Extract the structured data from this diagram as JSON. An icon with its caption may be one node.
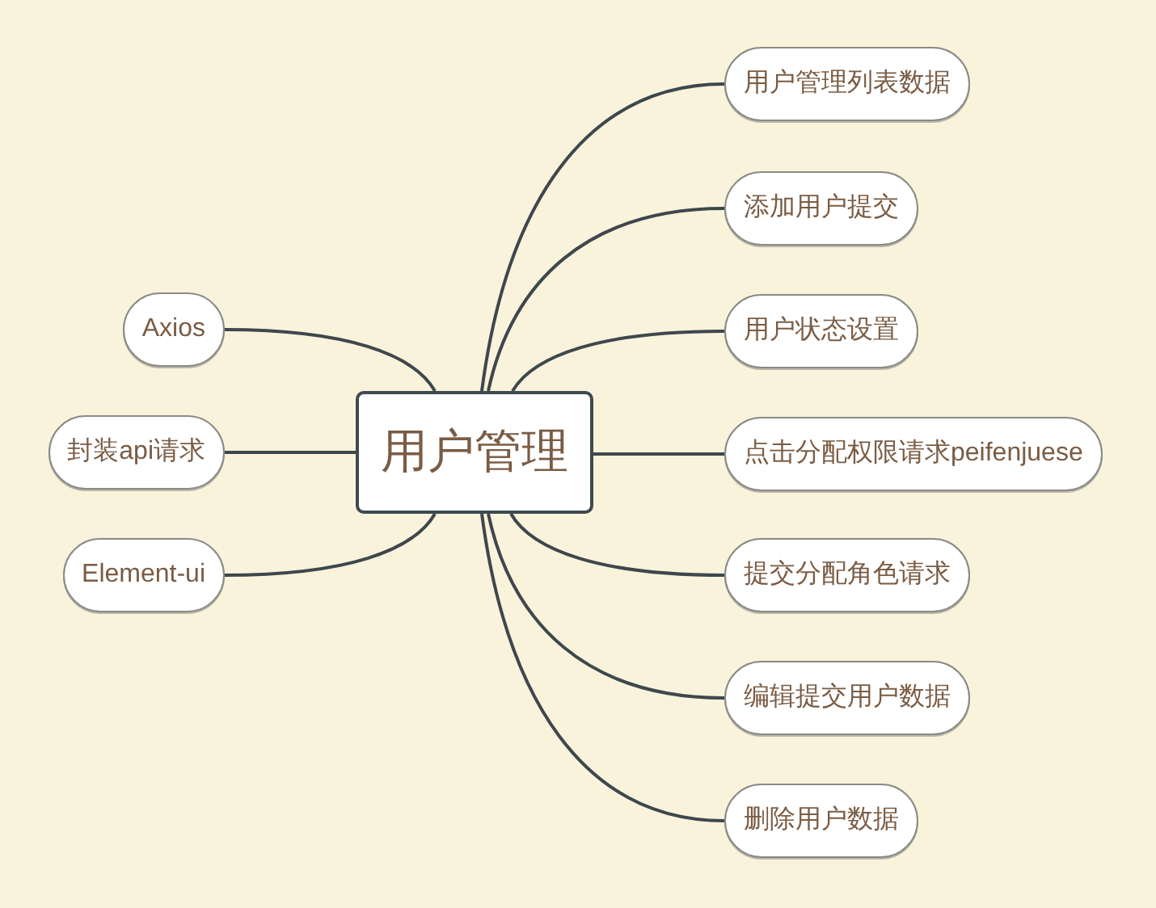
{
  "diagram": {
    "nodes": [
      {
        "text": [
          "用户管理"
        ]
      },
      {
        "text": [
          "用户管理列表数据"
        ]
      },
      {
        "text": [
          "添加用户提交"
        ]
      },
      {
        "text": [
          "用户状态设置"
        ]
      },
      {
        "text": [
          "点击分配权限请求peifenjuese"
        ]
      },
      {
        "text": [
          "提交分配角色请求"
        ]
      },
      {
        "text": [
          "编辑提交用户数据"
        ]
      },
      {
        "text": [
          "删除用户数据"
        ]
      },
      {
        "text": [
          "Axios"
        ]
      },
      {
        "text": [
          "封装api请求"
        ]
      },
      {
        "text": [
          "Element-ui"
        ]
      }
    ],
    "edges": [
      {
        "from": 0,
        "to": 1,
        "arrow": "none"
      },
      {
        "from": 0,
        "to": 2,
        "arrow": "none"
      },
      {
        "from": 0,
        "to": 3,
        "arrow": "none"
      },
      {
        "from": 0,
        "to": 4,
        "arrow": "none"
      },
      {
        "from": 0,
        "to": 5,
        "arrow": "none"
      },
      {
        "from": 0,
        "to": 6,
        "arrow": "none"
      },
      {
        "from": 0,
        "to": 7,
        "arrow": "none"
      },
      {
        "from": 0,
        "to": 8,
        "arrow": "none"
      },
      {
        "from": 0,
        "to": 9,
        "arrow": "none"
      },
      {
        "from": 0,
        "to": 10,
        "arrow": "none"
      }
    ]
  }
}
